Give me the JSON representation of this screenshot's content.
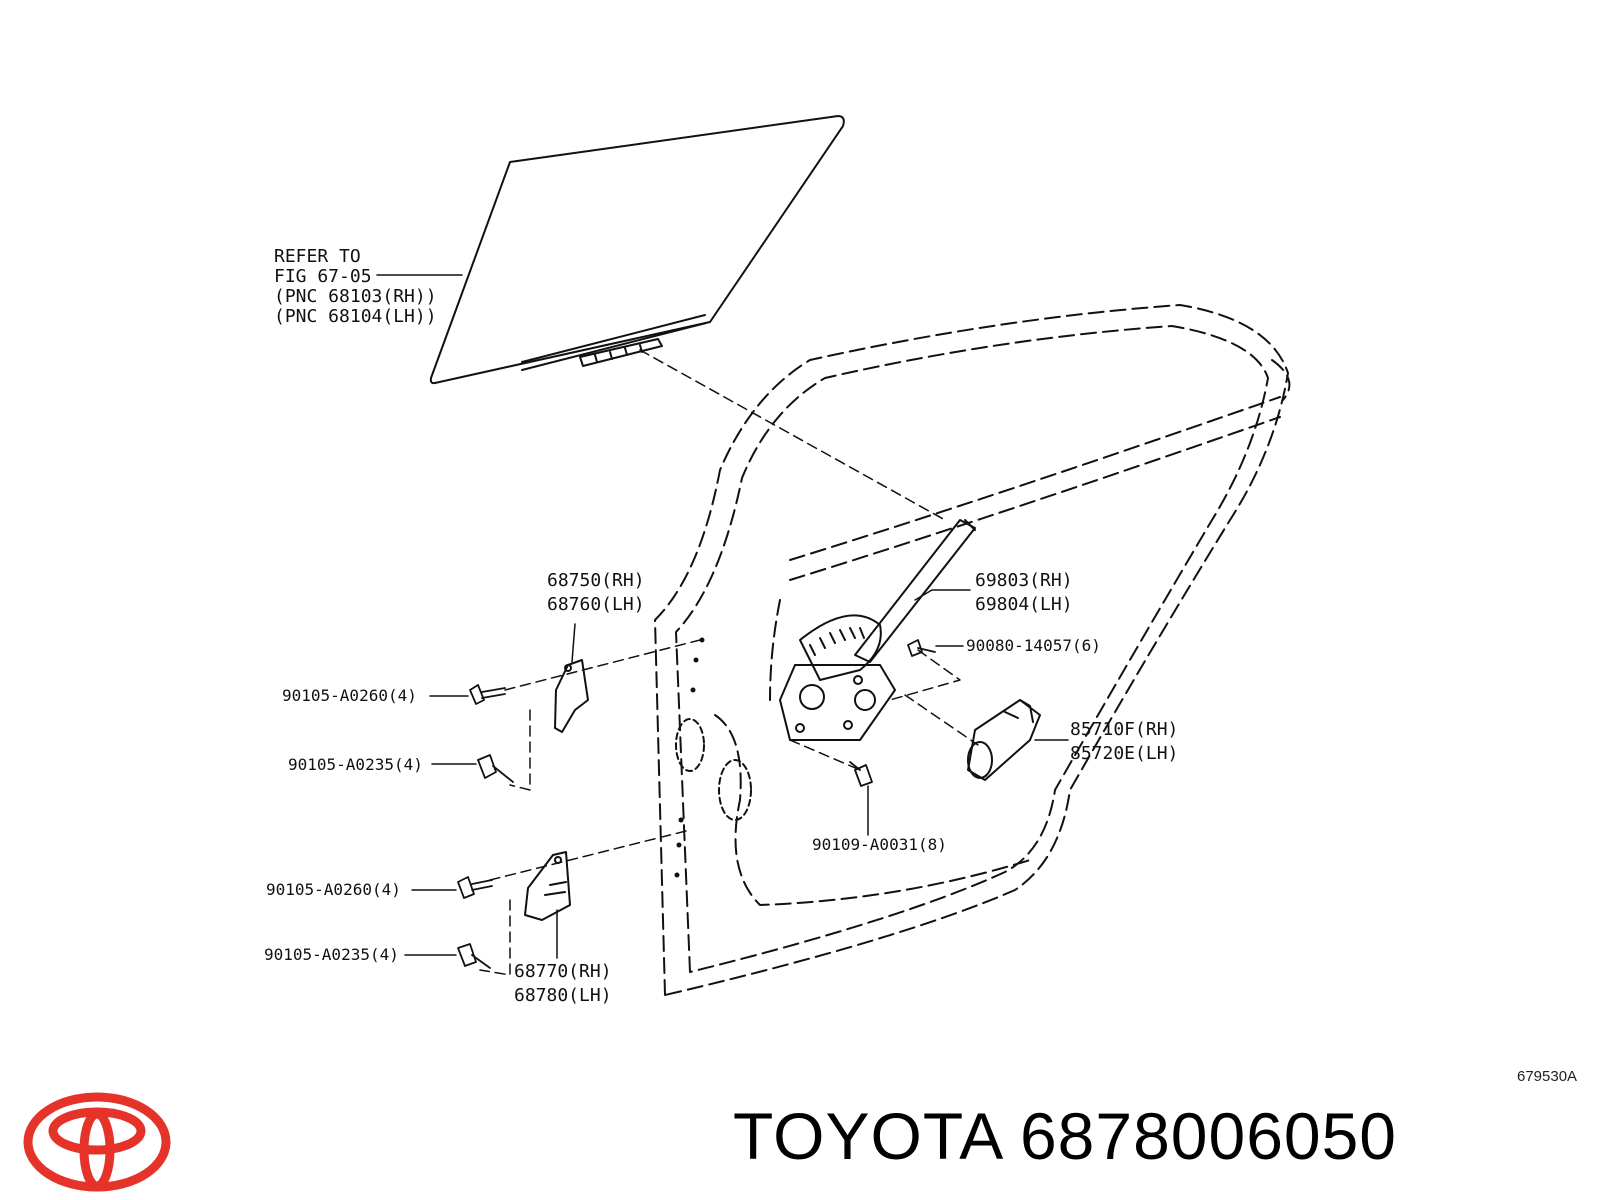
{
  "labels": {
    "refer_line1": "REFER TO",
    "refer_line2": "FIG 67-05",
    "refer_line3": "(PNC 68103(RH))",
    "refer_line4": "(PNC 68104(LH))",
    "hinge_upper_rh": "68750(RH)",
    "hinge_upper_lh": "68760(LH)",
    "regulator_rh": "69803(RH)",
    "regulator_lh": "69804(LH)",
    "bolt_90080": "90080-14057(6)",
    "bolt_upper_a0260": "90105-A0260(4)",
    "bolt_upper_a0235": "90105-A0235(4)",
    "motor_rh": "85710F(RH)",
    "motor_lh": "85720E(LH)",
    "bolt_90109": "90109-A0031(8)",
    "bolt_lower_a0260": "90105-A0260(4)",
    "bolt_lower_a0235": "90105-A0235(4)",
    "hinge_lower_rh": "68770(RH)",
    "hinge_lower_lh": "68780(LH)"
  },
  "footer": {
    "diagram_id": "679530A",
    "title": "TOYOTA 6878006050"
  },
  "brand": {
    "logo_color": "#e5332a",
    "line_color": "#111111"
  }
}
